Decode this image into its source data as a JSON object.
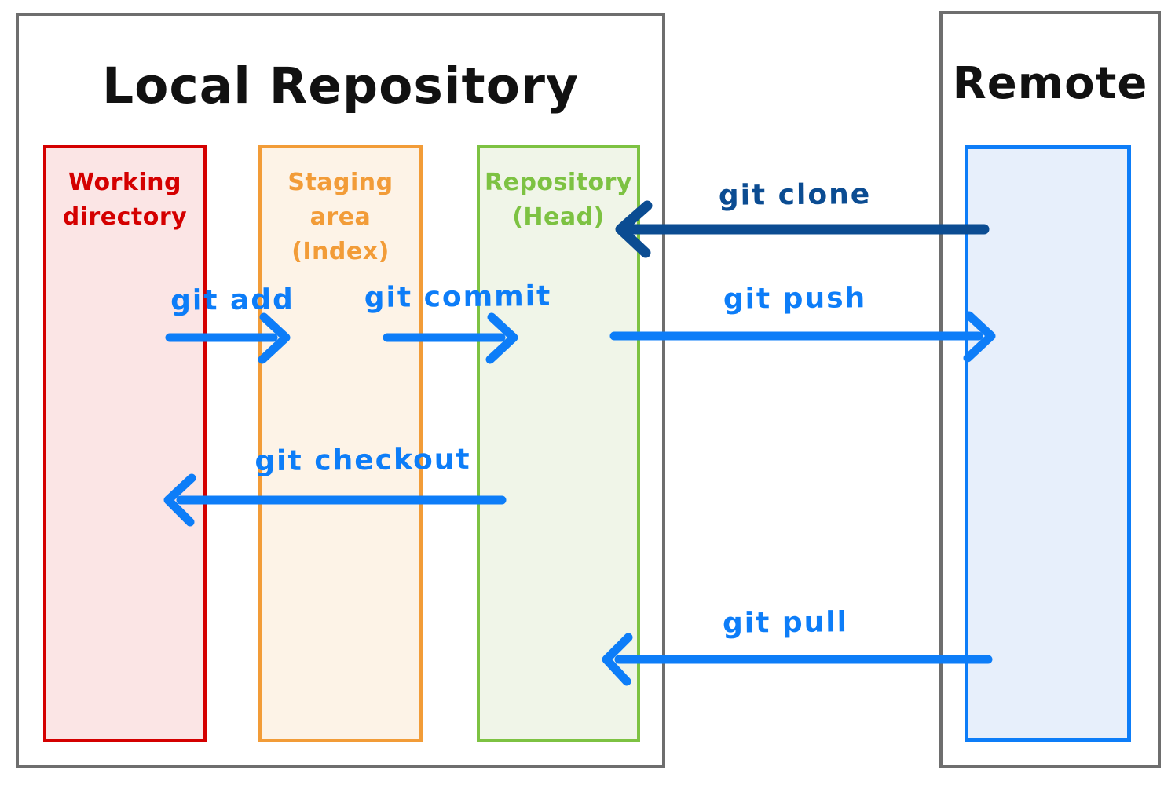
{
  "titles": {
    "local": "Local Repository",
    "remote": "Remote"
  },
  "boxes": {
    "working": {
      "lines": [
        "Working",
        "directory"
      ]
    },
    "staging": {
      "lines": [
        "Staging",
        "area",
        "(Index)"
      ]
    },
    "repository": {
      "lines": [
        "Repository",
        "(Head)"
      ]
    }
  },
  "arrows": {
    "clone": {
      "label": "git clone",
      "from": "remote",
      "to": "repository-head",
      "direction": "left"
    },
    "add": {
      "label": "git add",
      "from": "working-directory",
      "to": "staging-area",
      "direction": "right"
    },
    "commit": {
      "label": "git commit",
      "from": "staging-area",
      "to": "repository-head",
      "direction": "right"
    },
    "push": {
      "label": "git push",
      "from": "repository-head",
      "to": "remote",
      "direction": "right"
    },
    "checkout": {
      "label": "git checkout",
      "from": "repository-head",
      "to": "working-directory",
      "direction": "left"
    },
    "pull": {
      "label": "git pull",
      "from": "remote",
      "to": "repository-head",
      "direction": "left"
    }
  },
  "colors": {
    "arrow_blue": "#0d7df8",
    "arrow_navy": "#0b4c92",
    "frame_border": "#6e6e6e",
    "title_text": "#111111",
    "working_border": "#d40000",
    "working_fill": "#fbe5e5",
    "staging_border": "#f29c38",
    "staging_fill": "#fdf3e7",
    "repository_border": "#7dc242",
    "repository_fill": "#f0f5e8",
    "remote_border": "#0d7df8",
    "remote_fill": "#e7effb"
  }
}
